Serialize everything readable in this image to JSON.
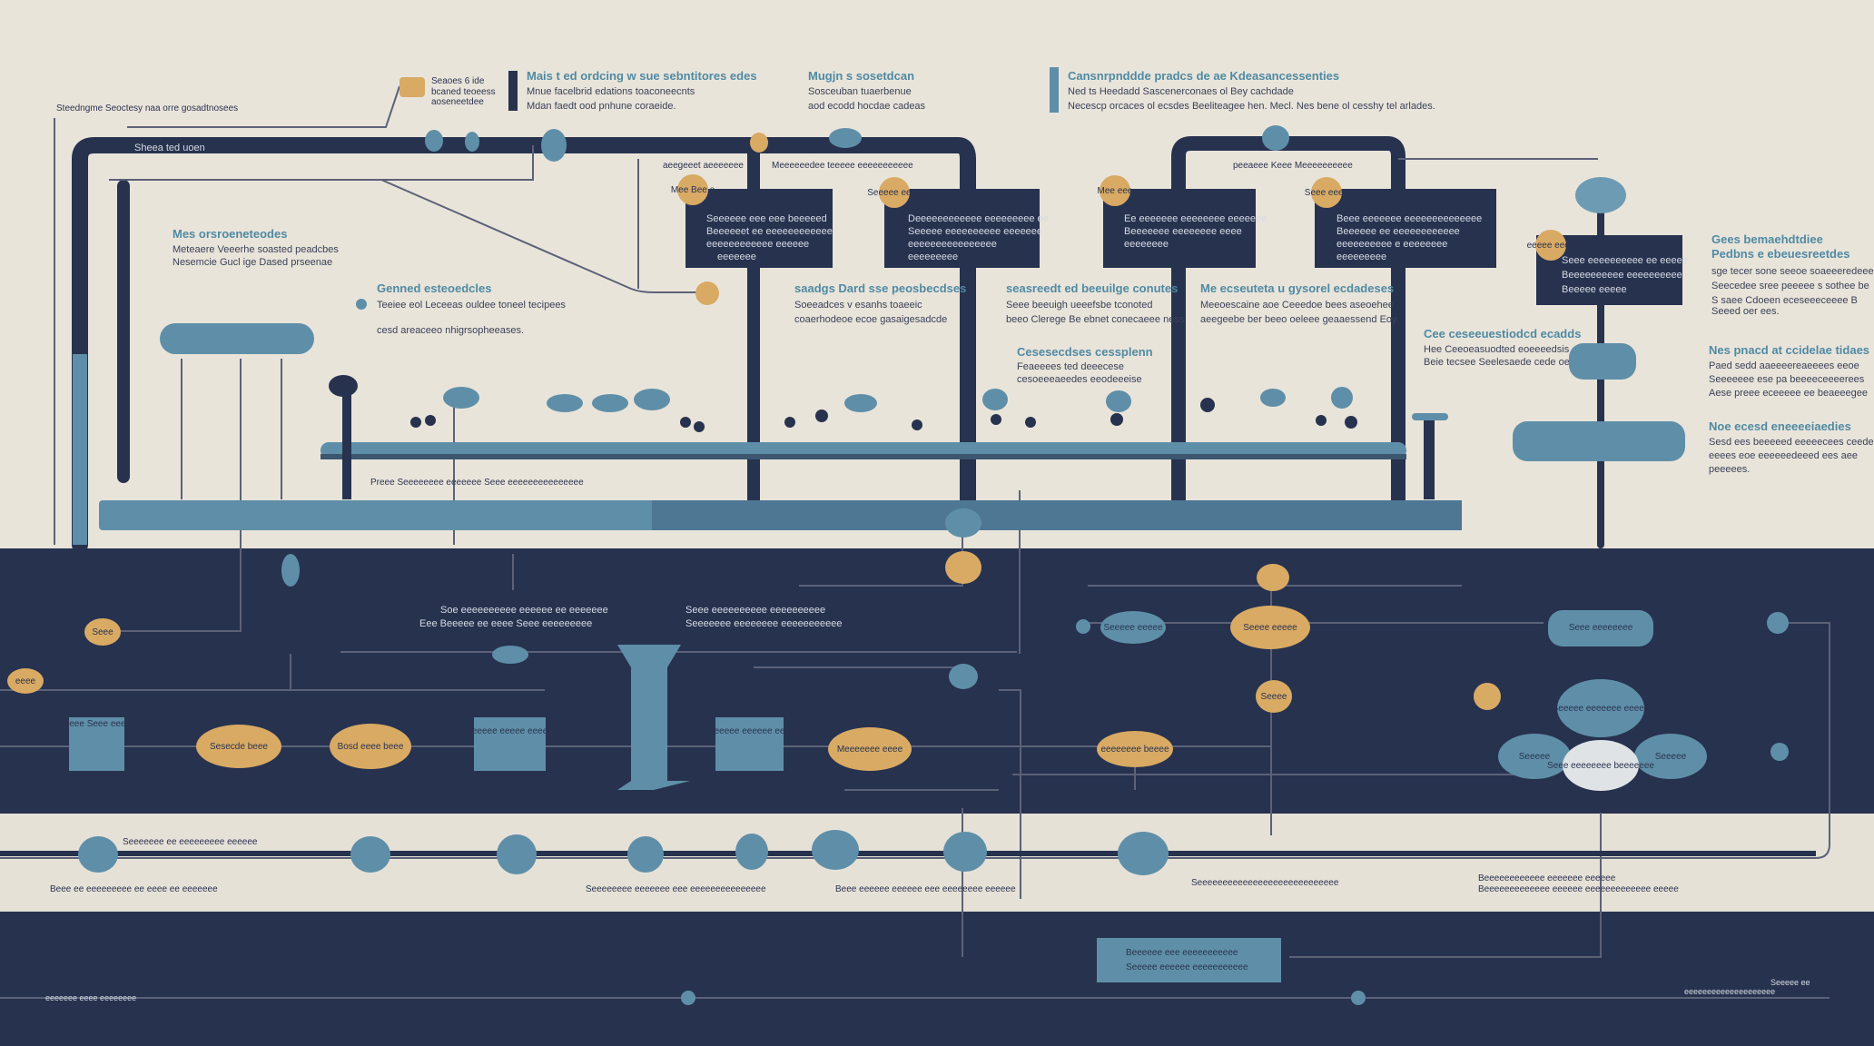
{
  "colors": {
    "cream": "#e9e4da",
    "navy": "#27324f",
    "steel": "#5f8fa8",
    "gold": "#d8aa64",
    "light": "#dfe3e6"
  },
  "top_notes": [
    {
      "title": "Mais t ed ordcing w sue sebntitores edes",
      "lines": [
        "Mnue facelbrid edations toaconeecnts",
        "Mdan faedt ood pnhune coraeide."
      ]
    },
    {
      "title": "Mugjn s sosetdcan",
      "lines": [
        "Sosceuban tuaerbenue",
        "aod ecodd hocdae cadeas"
      ]
    },
    {
      "title": "Cansnrpnddde pradcs de ae Kdeasancessenties",
      "lines": [
        "Ned ts Heedadd Sascenerconaes ol Bey cachdade",
        "Necescp orcaces ol ecsdes Beeliteagee hen. Mecl. Nes bene ol cesshy tel arlades."
      ]
    }
  ],
  "left_caption": "Steedngme Seoctesy naa orre gosadtnosees",
  "frame_label": "Sheea ted uoen",
  "icon_note": [
    "Seaoes 6 ide",
    "bcaned teoeess",
    "aoseneetdee"
  ],
  "side_notes": [
    {
      "title": "Mes orsroeneteodes",
      "lines": [
        "Meteaere Veeerhe soasted peadcbes",
        "Nesemcie Gucl ige Dased prseenae"
      ]
    },
    {
      "title": "Genned esteoedcles",
      "lines": [
        "Teeiee eol Leceeas ouldee toneel tecipees",
        "cesd areaceeo nhigrsopheeases."
      ]
    },
    {
      "title": "saadgs Dard sse peosbecdses",
      "lines": [
        "Soeeadces v esanhs toaeeic",
        "coaerhodeoe ecoe gasaigesadcde"
      ]
    },
    {
      "title": "seasreedt ed beeuilge conutes",
      "lines": [
        "Seee beeuigh ueeefsbe tconoted",
        "beeo Clerege Be ebnet conecaeee ness"
      ]
    },
    {
      "title": "Me ecseuteta u gysorel ecdadeses",
      "lines": [
        "Meeoescaine aoe Ceeedoe bees aseoehee",
        "aeegeebe ber beeo oeleee geaaessend Eoy"
      ]
    },
    {
      "title": "Cee ceseeuestiodcd ecadds",
      "lines": [
        "Hee Ceeoeasuodted eoeeeedsis",
        "Beie tecsee Seelesaede cede oe"
      ]
    },
    {
      "title": "Cesesecdses cessplenn",
      "lines": [
        "Feaeeees ted deeecese",
        "cesoeeeaeedes eeodeeeise"
      ]
    }
  ],
  "right_notes": [
    {
      "title": "Gees bemaehdtdiee",
      "lines": [
        "Pedbns e ebeuesreetdes",
        "sge tecer sone seeoe soaeeeredeeee",
        "Seecedee sree peeeee s sothee be",
        "S saee Cdoeen eceseeeceeee B",
        "Seeed oer ees."
      ]
    },
    {
      "title": "Nes pnacd at ccidelae tidaes",
      "lines": [
        "Paed sedd aaeeeereaeeees eeoe",
        "Seeeeeee ese pa beeeeceeeerees",
        "Aese preee eceeeee ee beaeeegee"
      ]
    },
    {
      "title": "Noe ecesd eneeeeiaedies",
      "lines": [
        "Sesd ees beeeeed eeeeecees ceede",
        "eeees eoe eeeeeedeeed ees aee",
        "peeeees."
      ]
    }
  ],
  "box_labels": [
    "aeegeeet aeeeeeee",
    "Meeeeeedee teeeee eeeeeeeeeee",
    "peeaeee Keee Meeeeeeeeee"
  ],
  "dark_boxes": [
    {
      "lines": [
        "Seeeeee eee eee beeeeed",
        "Beeeeeet ee eeeeeeeeeeee",
        "eeeeeeeeeeee eeeeee",
        "eeeeeee"
      ]
    },
    {
      "lines": [
        "Deeeeeeeeeeee eeeeeeeee ee",
        "Seeeee eeeeeeeeee eeeeeee",
        "eeeeeeeeeeeeeeee",
        "eeeeeeeee"
      ]
    },
    {
      "lines": [
        "Ee eeeeeee eeeeeeee eeeeeee",
        "Beeeeeee eeeeeeee eeee",
        "eeeeeeee"
      ]
    },
    {
      "lines": [
        "Beee eeeeeee eeeeeeeeeeeeee",
        "Beeeeee ee eeeeeeeeeeee",
        "eeeeeeeeee e eeeeeeee",
        "eeeeeeeee"
      ]
    },
    {
      "lines": [
        "Seee eeeeeeeeee ee eeeee",
        "Beeeeeeeeee eeeeeeeeee",
        "Beeeee eeeee"
      ]
    }
  ],
  "gold_badges": [
    "Mee Bee e",
    "Seeeee eeee",
    "Mee eee",
    "Seee eeee",
    "eeeee eeee"
  ],
  "shelf_caption": "Preee Seeeeeeee eeeeeee Seee eeeeeeeeeeeeeee",
  "mid_caption": [
    "Soe eeeeeeeeee eeeeee ee eeeeeee",
    "Eee Beeeee ee eeee Seee eeeeeeeee"
  ],
  "mid_caption2": [
    "Seee eeeeeeeeee eeeeeeeeee",
    "Seeeeeee eeeeeeee eeeeeeeeeee"
  ],
  "gold_ovals": [
    "Sesecde beee",
    "Bosd eeee beee",
    "Meeeeeee eeee",
    "eeeeeeee beeee",
    "Seeee eeeee",
    "Seee",
    "eeee",
    "Seeee"
  ],
  "blue_boxes": [
    "Meee Seee eeee",
    "Seeeee eeeee eeeee",
    "Seeeeee eeeeee eeee"
  ],
  "blue_ovals": [
    "Seeeee eeeee",
    "Seee eeeeeeee",
    "Beeeee eeeeeee eeeee",
    "Seeeee",
    "Seeeee"
  ],
  "center_node": "Seee eeeeeeee beeeeeee",
  "band_notes": [
    "Seeeeeee ee eeeeeeeee eeeeee",
    "Beee ee eeeeeeeee ee eeee ee eeeeeee",
    "Seeeeeeee eeeeeee eee eeeeeeeeeeeeeee",
    "Beee eeeeee eeeeee eee eeeeeeee eeeeee",
    "Seeeeeeeeeeeeeeeeeeeeeeeeeeee",
    "Beeeeeeeeeeee eeeeeee eeeeee",
    "Beeeeeeeeeeeee eeeeee eeeeeeeeeeeee eeeee"
  ],
  "bottom_box": [
    "Beeeeee eee eeeeeeeeeee",
    "Seeeee eeeeee eeeeeeeeeee"
  ],
  "footer_left": "eeeeeee eeee eeeeeeee",
  "footer_right": [
    "Seeeee ee",
    "eeeeeeeeeeeeeeeeeeee"
  ]
}
